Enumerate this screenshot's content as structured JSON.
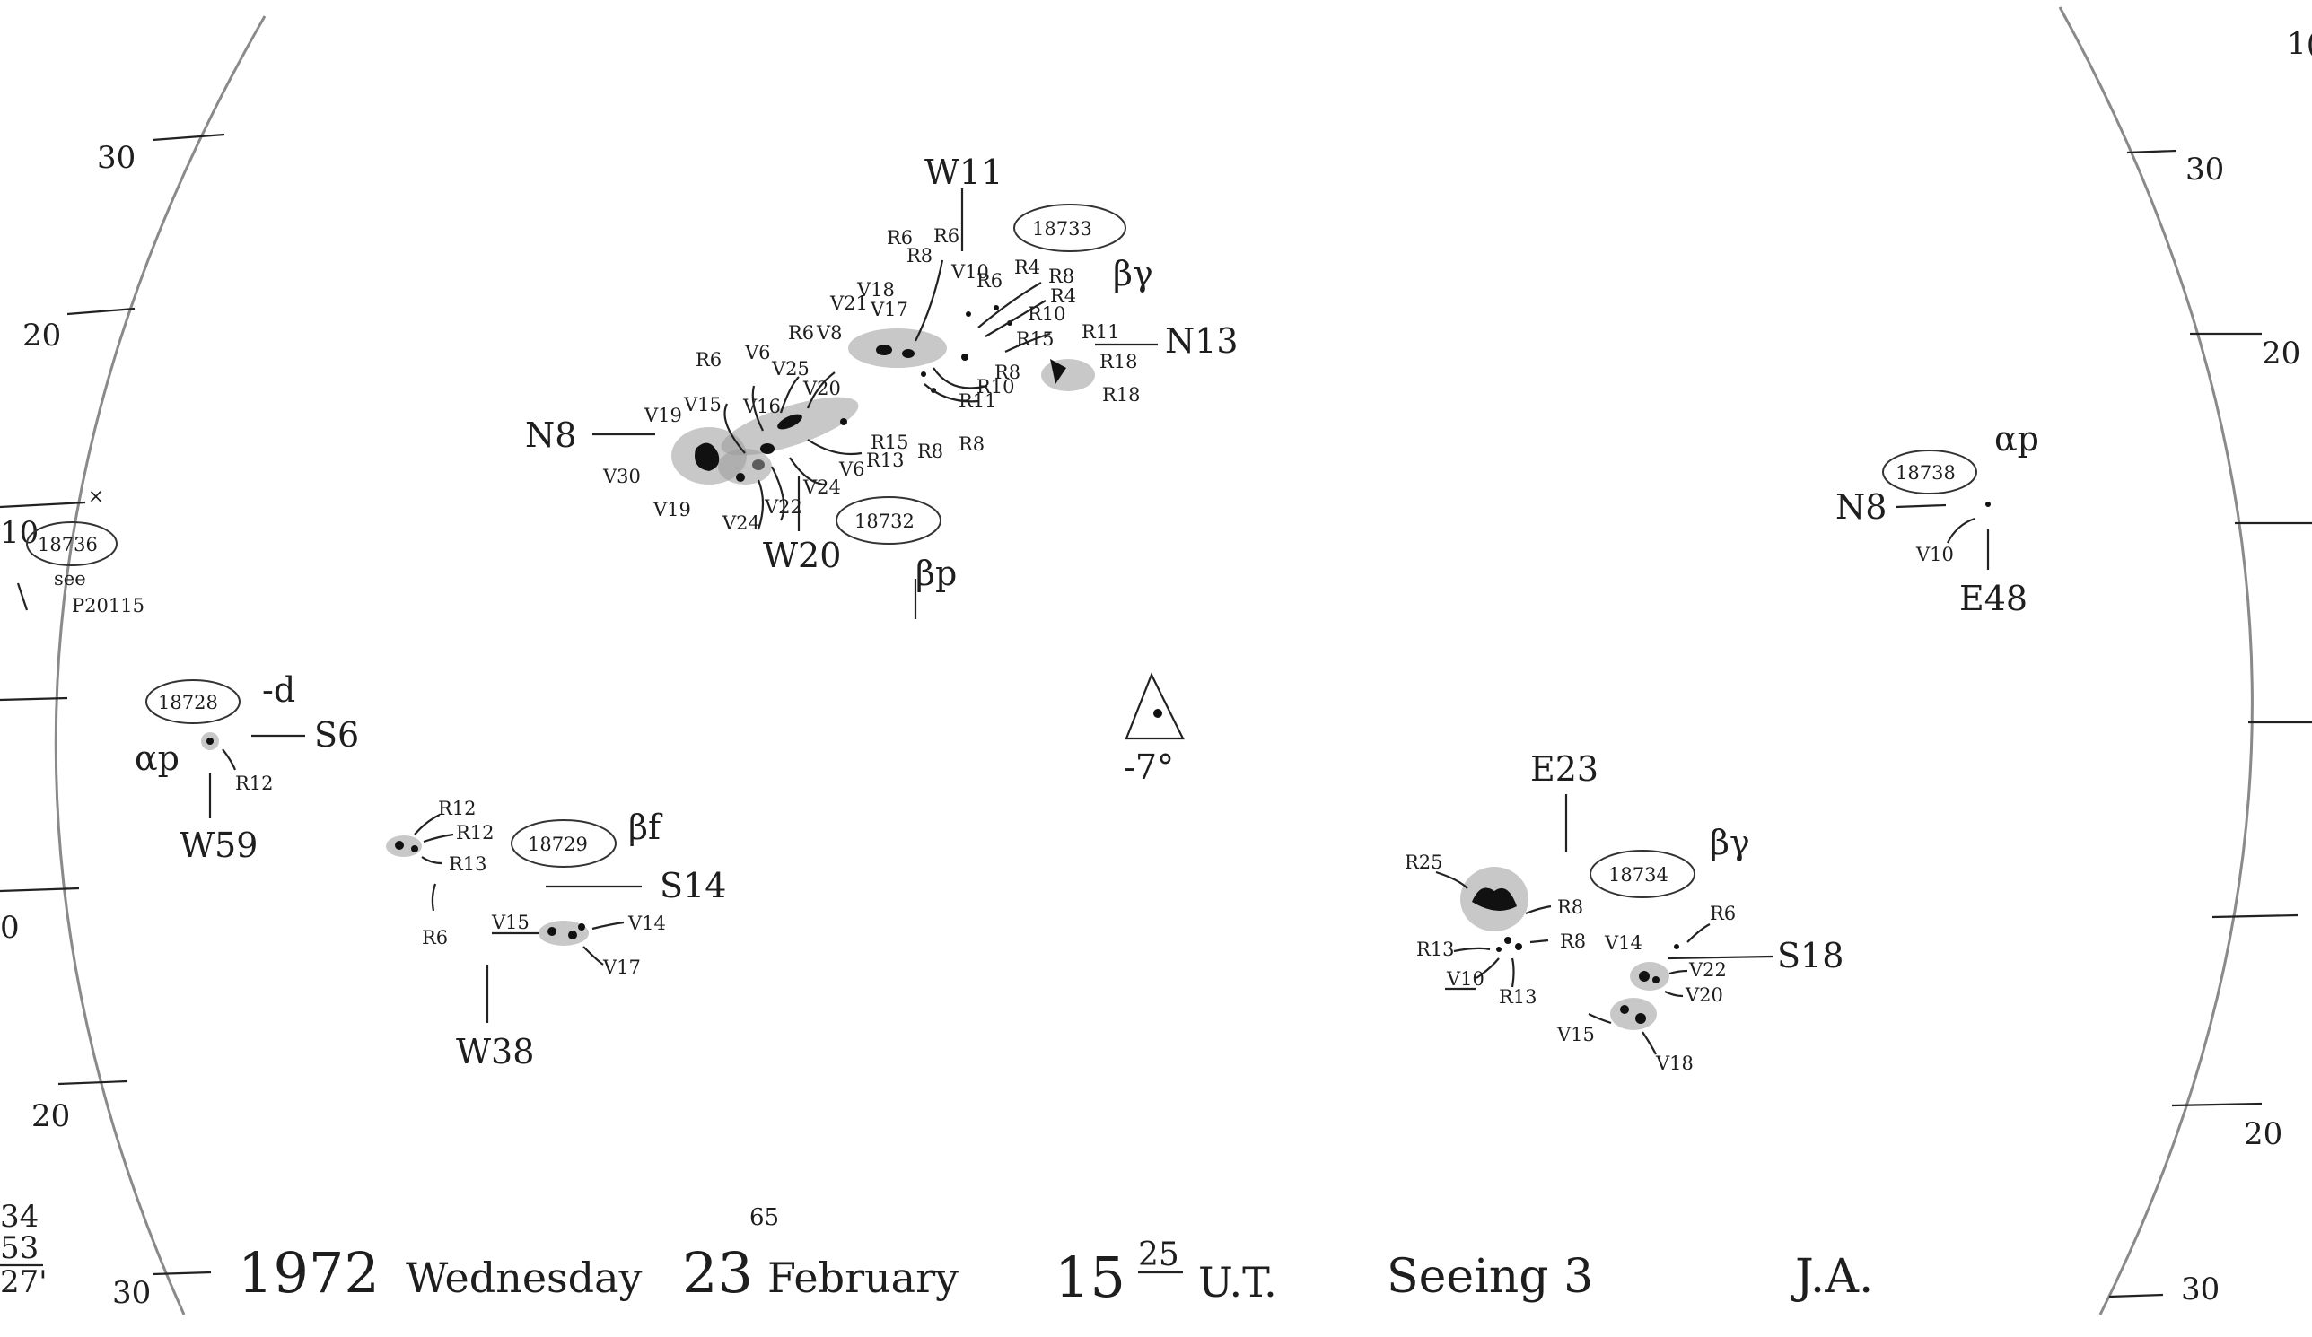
{
  "left_ticks": [
    "30",
    "20",
    "10",
    "0",
    "20",
    "30"
  ],
  "right_ticks": [
    "30",
    "20",
    "20",
    "30"
  ],
  "corner_right": "1(",
  "left_notes": {
    "x_mark": "×",
    "region": "18736",
    "see": "see",
    "ref": "P20115",
    "stack1": "34",
    "stack2": "53",
    "stack3": "27'"
  },
  "footer": {
    "year": "1972",
    "weekday": "Wednesday",
    "day": "23",
    "day_sup": "65",
    "month": "February",
    "hour": "15",
    "minute": "25",
    "ut": "U.T.",
    "seeing": "Seeing 3",
    "initials": "J.A."
  },
  "marker": {
    "angle": "-7°"
  },
  "regions": {
    "r18733": {
      "number": "18733",
      "class": "βγ",
      "top": "W11",
      "right": "N13",
      "labels": [
        "R6",
        "R8",
        "R6",
        "V10",
        "R6",
        "R4",
        "R8",
        "R4",
        "R10",
        "V21",
        "V18",
        "V17",
        "R15",
        "R11",
        "R18",
        "R18",
        "R8",
        "R10",
        "R11",
        "R8"
      ]
    },
    "r18732": {
      "number": "18732",
      "class": "βp",
      "left": "N8",
      "bottom": "W20",
      "labels": [
        "R6",
        "V6",
        "R6",
        "V8",
        "V25",
        "V20",
        "V19",
        "V15",
        "V16",
        "V30",
        "V19",
        "V24",
        "V22",
        "V24",
        "V6",
        "R13",
        "R15",
        "R8"
      ]
    },
    "r18738": {
      "number": "18738",
      "class": "αp",
      "left": "N8",
      "bottom": "E48",
      "labels": [
        "V10"
      ]
    },
    "r18728": {
      "number": "18728",
      "class": "αp",
      "suffix": "-d",
      "right": "S6",
      "bottom": "W59",
      "labels": [
        "R12"
      ]
    },
    "r18729": {
      "number": "18729",
      "class": "βf",
      "right": "S14",
      "bottom": "W38",
      "labels": [
        "R12",
        "R12",
        "R13",
        "R6",
        "V15",
        "V14",
        "V17"
      ]
    },
    "r18734": {
      "number": "18734",
      "class": "βγ",
      "top": "E23",
      "right": "S18",
      "labels": [
        "R25",
        "R8",
        "R8",
        "R13",
        "V10",
        "R13",
        "V14",
        "R6",
        "V22",
        "V20",
        "V15",
        "V18"
      ]
    }
  }
}
